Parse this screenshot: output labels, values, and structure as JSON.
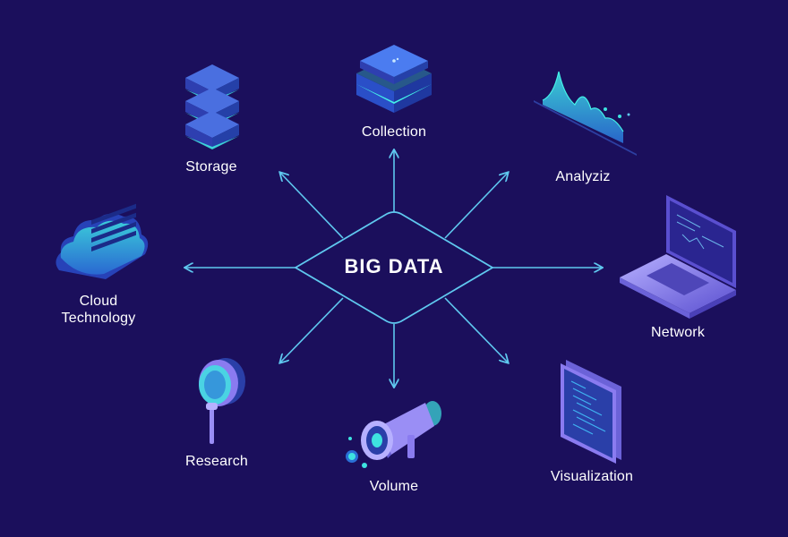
{
  "center": {
    "title": "BIG DATA"
  },
  "nodes": {
    "storage": "Storage",
    "collection": "Collection",
    "analyziz": "Analyziz",
    "cloud_line1": "Cloud",
    "cloud_line2": "Technology",
    "network": "Network",
    "research": "Research",
    "volume": "Volume",
    "visualization": "Visualization"
  },
  "colors": {
    "background": "#1b0f5c",
    "connector": "#5fc8ef",
    "accent_cyan": "#3ee3e0",
    "accent_blue": "#3a5fd0",
    "accent_violet": "#8a7bf0"
  }
}
